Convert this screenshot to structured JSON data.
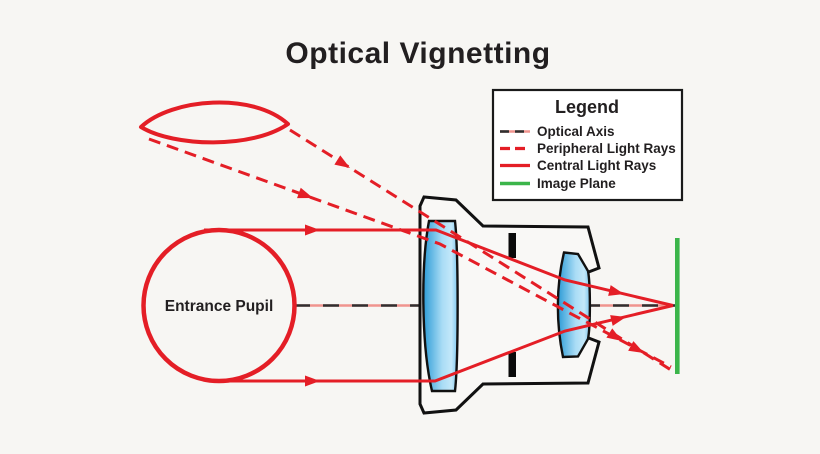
{
  "title": "Optical Vignetting",
  "legend": {
    "title": "Legend",
    "items": [
      {
        "label": "Optical Axis",
        "swatch": "dash-dot-line",
        "color": "#2f2f2f"
      },
      {
        "label": "Peripheral Light Rays",
        "swatch": "dashed-line",
        "color": "#e41e26"
      },
      {
        "label": "Central Light Rays",
        "swatch": "solid-line",
        "color": "#e41e26"
      },
      {
        "label": "Image Plane",
        "swatch": "solid-line",
        "color": "#3bb54a"
      }
    ]
  },
  "diagram": {
    "entrance_pupil_label": "Entrance Pupil",
    "colors": {
      "ray_red": "#e41e26",
      "image_plane_green": "#3bb54a",
      "lens_blue_dark": "#2c9bd6",
      "lens_blue_light": "#b5e2f8",
      "optical_axis_pink": "#f0948e",
      "optical_axis_dash": "#2f2f2f",
      "outline_black": "#111111",
      "background": "#f7f6f3"
    }
  }
}
